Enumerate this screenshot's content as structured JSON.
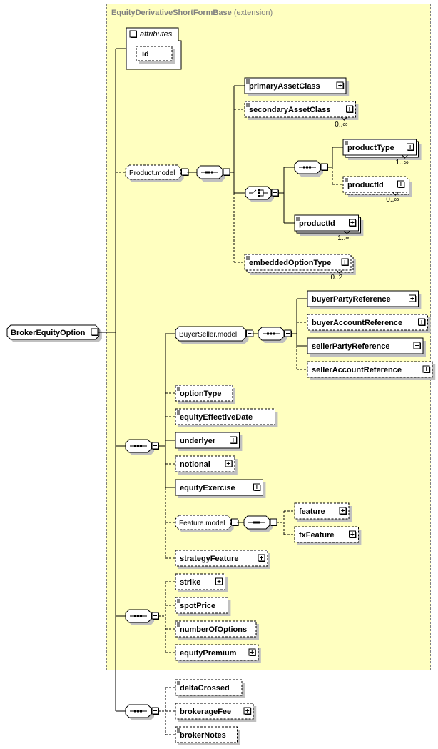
{
  "diagram": {
    "root": {
      "name": "BrokerEquityOption"
    },
    "extension": {
      "base": "EquityDerivativeShortFormBase",
      "kind": "(extension)"
    },
    "attributes": {
      "label": "attributes",
      "items": [
        "id"
      ]
    },
    "product_model": {
      "group": "Product.model",
      "elements": [
        {
          "name": "primaryAssetClass",
          "optional": false,
          "expandable": true,
          "simple": true,
          "cardinality": ""
        },
        {
          "name": "secondaryAssetClass",
          "optional": true,
          "expandable": true,
          "simple": true,
          "cardinality": "0..∞"
        },
        {
          "name": "productType",
          "optional": false,
          "expandable": true,
          "simple": true,
          "cardinality": "1..∞"
        },
        {
          "name": "productId",
          "optional": true,
          "expandable": true,
          "simple": true,
          "cardinality": "0..∞"
        },
        {
          "name": "productId",
          "optional": false,
          "expandable": true,
          "simple": true,
          "cardinality": "1..∞"
        },
        {
          "name": "embeddedOptionType",
          "optional": true,
          "expandable": true,
          "simple": true,
          "cardinality": "0..2"
        }
      ]
    },
    "buyer_seller_model": {
      "group": "BuyerSeller.model",
      "elements": [
        {
          "name": "buyerPartyReference",
          "optional": false
        },
        {
          "name": "buyerAccountReference",
          "optional": true
        },
        {
          "name": "sellerPartyReference",
          "optional": false
        },
        {
          "name": "sellerAccountReference",
          "optional": true
        }
      ]
    },
    "option_sequence": [
      {
        "name": "optionType",
        "optional": true,
        "expandable": false,
        "simple": true
      },
      {
        "name": "equityEffectiveDate",
        "optional": true,
        "expandable": false,
        "simple": true
      },
      {
        "name": "underlyer",
        "optional": false,
        "expandable": true,
        "simple": false
      },
      {
        "name": "notional",
        "optional": true,
        "expandable": true,
        "simple": false
      },
      {
        "name": "equityExercise",
        "optional": false,
        "expandable": true,
        "simple": false
      }
    ],
    "feature_model": {
      "group": "Feature.model",
      "elements": [
        {
          "name": "feature",
          "optional": true
        },
        {
          "name": "fxFeature",
          "optional": true
        }
      ]
    },
    "strategy_feature": {
      "name": "strategyFeature",
      "optional": true
    },
    "price_sequence": [
      {
        "name": "strike",
        "optional": true,
        "expandable": true,
        "simple": false
      },
      {
        "name": "spotPrice",
        "optional": true,
        "expandable": false,
        "simple": true
      },
      {
        "name": "numberOfOptions",
        "optional": true,
        "expandable": false,
        "simple": true
      },
      {
        "name": "equityPremium",
        "optional": true,
        "expandable": true,
        "simple": false
      }
    ],
    "broker_sequence": [
      {
        "name": "deltaCrossed",
        "optional": true,
        "expandable": false,
        "simple": true
      },
      {
        "name": "brokerageFee",
        "optional": true,
        "expandable": true,
        "simple": false
      },
      {
        "name": "brokerNotes",
        "optional": true,
        "expandable": false,
        "simple": true
      }
    ],
    "colors": {
      "extension_bg": "#ffffc0",
      "extension_border": "#808080",
      "shadow": "#c0c0c0",
      "line": "#000000"
    }
  }
}
